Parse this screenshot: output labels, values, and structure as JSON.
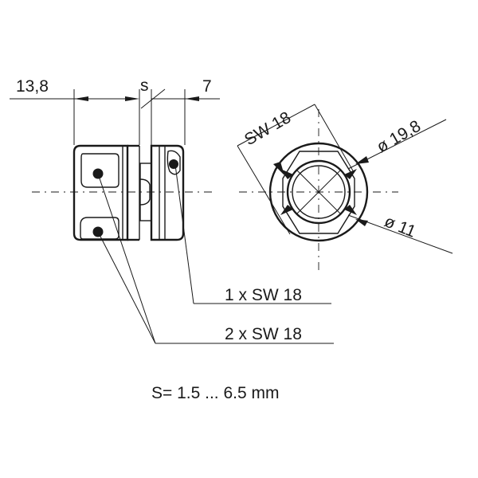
{
  "drawing": {
    "dim_left": "13,8",
    "dim_gap": "s",
    "dim_right": "7",
    "across_flats": "SW  18",
    "outer_diameter": "ø 19,8",
    "inner_diameter": "ø 11",
    "callout_one": "1 x SW 18",
    "callout_two": "2 x SW 18",
    "range_note": "S= 1.5 ... 6.5 mm"
  }
}
